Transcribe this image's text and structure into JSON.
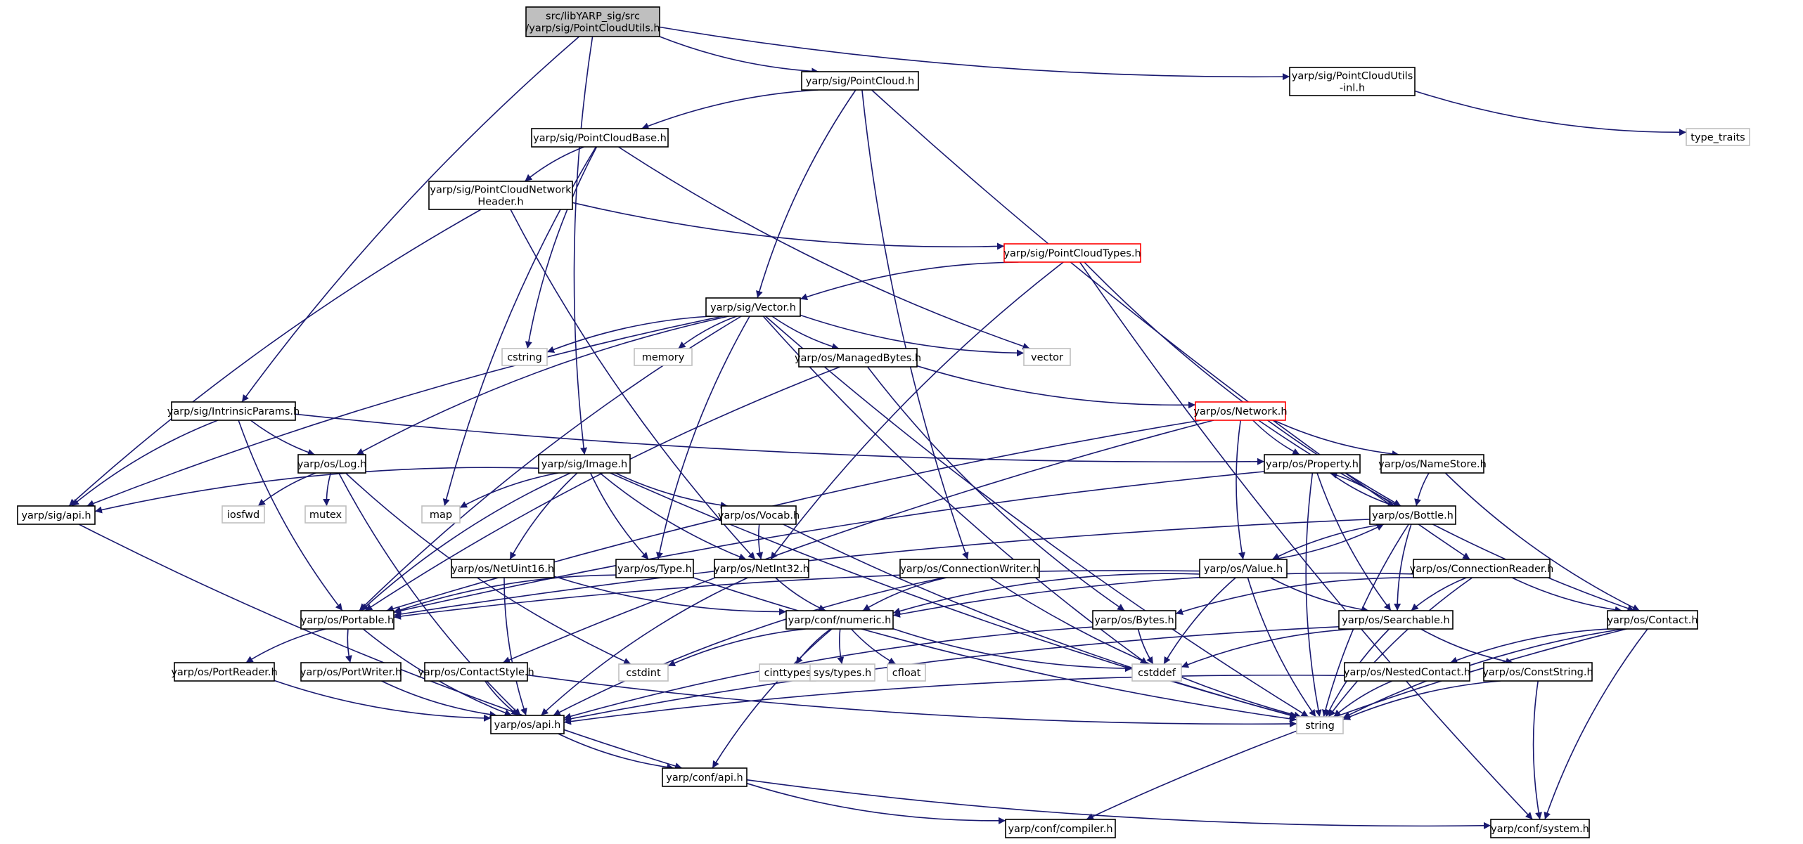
{
  "graph": {
    "nodes": [
      {
        "id": "root",
        "lines": [
          "src/libYARP_sig/src",
          "/yarp/sig/PointCloudUtils.h"
        ],
        "style": "root"
      },
      {
        "id": "pointcloud",
        "lines": [
          "yarp/sig/PointCloud.h"
        ],
        "style": "normal"
      },
      {
        "id": "pcutils_inl",
        "lines": [
          "yarp/sig/PointCloudUtils",
          "-inl.h"
        ],
        "style": "normal"
      },
      {
        "id": "type_traits",
        "lines": [
          "type_traits"
        ],
        "style": "external"
      },
      {
        "id": "pcbase",
        "lines": [
          "yarp/sig/PointCloudBase.h"
        ],
        "style": "normal"
      },
      {
        "id": "pcnetheader",
        "lines": [
          "yarp/sig/PointCloudNetwork",
          "Header.h"
        ],
        "style": "normal"
      },
      {
        "id": "pctypes",
        "lines": [
          "yarp/sig/PointCloudTypes.h"
        ],
        "style": "truncated"
      },
      {
        "id": "sigvector",
        "lines": [
          "yarp/sig/Vector.h"
        ],
        "style": "normal"
      },
      {
        "id": "cstring",
        "lines": [
          "cstring"
        ],
        "style": "external"
      },
      {
        "id": "memory",
        "lines": [
          "memory"
        ],
        "style": "external"
      },
      {
        "id": "vector",
        "lines": [
          "vector"
        ],
        "style": "external"
      },
      {
        "id": "managedbytes",
        "lines": [
          "yarp/os/ManagedBytes.h"
        ],
        "style": "normal"
      },
      {
        "id": "network",
        "lines": [
          "yarp/os/Network.h"
        ],
        "style": "truncated"
      },
      {
        "id": "intrinsic",
        "lines": [
          "yarp/sig/IntrinsicParams.h"
        ],
        "style": "normal"
      },
      {
        "id": "oslog",
        "lines": [
          "yarp/os/Log.h"
        ],
        "style": "normal"
      },
      {
        "id": "image",
        "lines": [
          "yarp/sig/Image.h"
        ],
        "style": "normal"
      },
      {
        "id": "property",
        "lines": [
          "yarp/os/Property.h"
        ],
        "style": "normal"
      },
      {
        "id": "namestore",
        "lines": [
          "yarp/os/NameStore.h"
        ],
        "style": "normal"
      },
      {
        "id": "sigapi",
        "lines": [
          "yarp/sig/api.h"
        ],
        "style": "normal"
      },
      {
        "id": "iosfwd",
        "lines": [
          "iosfwd"
        ],
        "style": "external"
      },
      {
        "id": "mutex",
        "lines": [
          "mutex"
        ],
        "style": "external"
      },
      {
        "id": "map",
        "lines": [
          "map"
        ],
        "style": "external"
      },
      {
        "id": "vocab",
        "lines": [
          "yarp/os/Vocab.h"
        ],
        "style": "normal"
      },
      {
        "id": "bottle",
        "lines": [
          "yarp/os/Bottle.h"
        ],
        "style": "normal"
      },
      {
        "id": "netuint16",
        "lines": [
          "yarp/os/NetUint16.h"
        ],
        "style": "normal"
      },
      {
        "id": "ostype",
        "lines": [
          "yarp/os/Type.h"
        ],
        "style": "normal"
      },
      {
        "id": "netint32",
        "lines": [
          "yarp/os/NetInt32.h"
        ],
        "style": "normal"
      },
      {
        "id": "connwriter",
        "lines": [
          "yarp/os/ConnectionWriter.h"
        ],
        "style": "normal"
      },
      {
        "id": "value",
        "lines": [
          "yarp/os/Value.h"
        ],
        "style": "normal"
      },
      {
        "id": "connreader",
        "lines": [
          "yarp/os/ConnectionReader.h"
        ],
        "style": "normal"
      },
      {
        "id": "portable",
        "lines": [
          "yarp/os/Portable.h"
        ],
        "style": "normal"
      },
      {
        "id": "numeric",
        "lines": [
          "yarp/conf/numeric.h"
        ],
        "style": "normal"
      },
      {
        "id": "bytes",
        "lines": [
          "yarp/os/Bytes.h"
        ],
        "style": "normal"
      },
      {
        "id": "searchable",
        "lines": [
          "yarp/os/Searchable.h"
        ],
        "style": "normal"
      },
      {
        "id": "contact",
        "lines": [
          "yarp/os/Contact.h"
        ],
        "style": "normal"
      },
      {
        "id": "portreader",
        "lines": [
          "yarp/os/PortReader.h"
        ],
        "style": "normal"
      },
      {
        "id": "portwriter",
        "lines": [
          "yarp/os/PortWriter.h"
        ],
        "style": "normal"
      },
      {
        "id": "contactstyle",
        "lines": [
          "yarp/os/ContactStyle.h"
        ],
        "style": "normal"
      },
      {
        "id": "cstdint",
        "lines": [
          "cstdint"
        ],
        "style": "external"
      },
      {
        "id": "cinttypes",
        "lines": [
          "cinttypes"
        ],
        "style": "external"
      },
      {
        "id": "systypes",
        "lines": [
          "sys/types.h"
        ],
        "style": "external"
      },
      {
        "id": "cfloat",
        "lines": [
          "cfloat"
        ],
        "style": "external"
      },
      {
        "id": "cstddef",
        "lines": [
          "cstddef"
        ],
        "style": "external"
      },
      {
        "id": "nestedcontact",
        "lines": [
          "yarp/os/NestedContact.h"
        ],
        "style": "normal"
      },
      {
        "id": "conststring",
        "lines": [
          "yarp/os/ConstString.h"
        ],
        "style": "normal"
      },
      {
        "id": "osapi",
        "lines": [
          "yarp/os/api.h"
        ],
        "style": "normal"
      },
      {
        "id": "string",
        "lines": [
          "string"
        ],
        "style": "external"
      },
      {
        "id": "confapi",
        "lines": [
          "yarp/conf/api.h"
        ],
        "style": "normal"
      },
      {
        "id": "compiler",
        "lines": [
          "yarp/conf/compiler.h"
        ],
        "style": "normal"
      },
      {
        "id": "system",
        "lines": [
          "yarp/conf/system.h"
        ],
        "style": "normal"
      }
    ],
    "edges": [
      [
        "root",
        "pointcloud"
      ],
      [
        "root",
        "pcutils_inl"
      ],
      [
        "root",
        "intrinsic"
      ],
      [
        "root",
        "image"
      ],
      [
        "pcutils_inl",
        "type_traits"
      ],
      [
        "pointcloud",
        "pcbase"
      ],
      [
        "pointcloud",
        "sigvector"
      ],
      [
        "pointcloud",
        "connwriter"
      ],
      [
        "pointcloud",
        "connreader"
      ],
      [
        "pcbase",
        "pcnetheader"
      ],
      [
        "pcbase",
        "map"
      ],
      [
        "pcbase",
        "cstring"
      ],
      [
        "pcbase",
        "vector"
      ],
      [
        "pcnetheader",
        "pctypes"
      ],
      [
        "pcnetheader",
        "sigapi"
      ],
      [
        "pcnetheader",
        "netint32"
      ],
      [
        "pctypes",
        "sigvector"
      ],
      [
        "pctypes",
        "netint32"
      ],
      [
        "pctypes",
        "bottle"
      ],
      [
        "pctypes",
        "system"
      ],
      [
        "sigvector",
        "cstring"
      ],
      [
        "sigvector",
        "memory"
      ],
      [
        "sigvector",
        "vector"
      ],
      [
        "sigvector",
        "managedbytes"
      ],
      [
        "sigvector",
        "sigapi"
      ],
      [
        "sigvector",
        "oslog"
      ],
      [
        "sigvector",
        "portable"
      ],
      [
        "sigvector",
        "ostype"
      ],
      [
        "sigvector",
        "cstddef"
      ],
      [
        "sigvector",
        "string"
      ],
      [
        "managedbytes",
        "network"
      ],
      [
        "managedbytes",
        "portable"
      ],
      [
        "managedbytes",
        "bytes"
      ],
      [
        "network",
        "property"
      ],
      [
        "network",
        "namestore"
      ],
      [
        "network",
        "value"
      ],
      [
        "network",
        "contact"
      ],
      [
        "network",
        "portable"
      ],
      [
        "network",
        "contactstyle"
      ],
      [
        "intrinsic",
        "oslog"
      ],
      [
        "intrinsic",
        "sigapi"
      ],
      [
        "intrinsic",
        "portable"
      ],
      [
        "intrinsic",
        "property"
      ],
      [
        "oslog",
        "iosfwd"
      ],
      [
        "oslog",
        "mutex"
      ],
      [
        "oslog",
        "osapi"
      ],
      [
        "oslog",
        "cstdint"
      ],
      [
        "image",
        "sigapi"
      ],
      [
        "image",
        "map"
      ],
      [
        "image",
        "vocab"
      ],
      [
        "image",
        "netint32"
      ],
      [
        "image",
        "netuint16"
      ],
      [
        "image",
        "ostype"
      ],
      [
        "image",
        "portable"
      ],
      [
        "image",
        "string"
      ],
      [
        "property",
        "bottle"
      ],
      [
        "property",
        "searchable"
      ],
      [
        "property",
        "string"
      ],
      [
        "property",
        "portable"
      ],
      [
        "namestore",
        "bottle"
      ],
      [
        "namestore",
        "contact"
      ],
      [
        "bottle",
        "property"
      ],
      [
        "bottle",
        "value"
      ],
      [
        "bottle",
        "searchable"
      ],
      [
        "bottle",
        "portable"
      ],
      [
        "bottle",
        "string"
      ],
      [
        "value",
        "bottle"
      ],
      [
        "value",
        "searchable"
      ],
      [
        "value",
        "portable"
      ],
      [
        "value",
        "numeric"
      ],
      [
        "value",
        "cstddef"
      ],
      [
        "value",
        "string"
      ],
      [
        "vocab",
        "netint32"
      ],
      [
        "vocab",
        "string"
      ],
      [
        "netuint16",
        "numeric"
      ],
      [
        "netuint16",
        "osapi"
      ],
      [
        "ostype",
        "portable"
      ],
      [
        "ostype",
        "string"
      ],
      [
        "netint32",
        "numeric"
      ],
      [
        "netint32",
        "osapi"
      ],
      [
        "connwriter",
        "numeric"
      ],
      [
        "connwriter",
        "osapi"
      ],
      [
        "connwriter",
        "string"
      ],
      [
        "connreader",
        "bytes"
      ],
      [
        "connreader",
        "searchable"
      ],
      [
        "connreader",
        "contact"
      ],
      [
        "connreader",
        "numeric"
      ],
      [
        "connreader",
        "string"
      ],
      [
        "portable",
        "portreader"
      ],
      [
        "portable",
        "portwriter"
      ],
      [
        "portable",
        "osapi"
      ],
      [
        "portreader",
        "osapi"
      ],
      [
        "portwriter",
        "osapi"
      ],
      [
        "numeric",
        "cstdint"
      ],
      [
        "numeric",
        "cinttypes"
      ],
      [
        "numeric",
        "systypes"
      ],
      [
        "numeric",
        "cfloat"
      ],
      [
        "numeric",
        "cstddef"
      ],
      [
        "numeric",
        "confapi"
      ],
      [
        "bytes",
        "cstddef"
      ],
      [
        "bytes",
        "osapi"
      ],
      [
        "searchable",
        "cstddef"
      ],
      [
        "searchable",
        "conststring"
      ],
      [
        "searchable",
        "string"
      ],
      [
        "searchable",
        "osapi"
      ],
      [
        "contact",
        "nestedcontact"
      ],
      [
        "contact",
        "string"
      ],
      [
        "contact",
        "compiler"
      ],
      [
        "contact",
        "system"
      ],
      [
        "contactstyle",
        "osapi"
      ],
      [
        "contactstyle",
        "string"
      ],
      [
        "nestedcontact",
        "osapi"
      ],
      [
        "nestedcontact",
        "string"
      ],
      [
        "conststring",
        "string"
      ],
      [
        "conststring",
        "system"
      ],
      [
        "osapi",
        "confapi"
      ],
      [
        "sigapi",
        "confapi"
      ],
      [
        "confapi",
        "compiler"
      ],
      [
        "confapi",
        "system"
      ]
    ]
  },
  "colors": {
    "edge": "#191970",
    "root_fill": "#bfbfbf",
    "external_border": "#bfbfbf",
    "truncated_border": "#ff0000",
    "normal_border": "#000000"
  }
}
